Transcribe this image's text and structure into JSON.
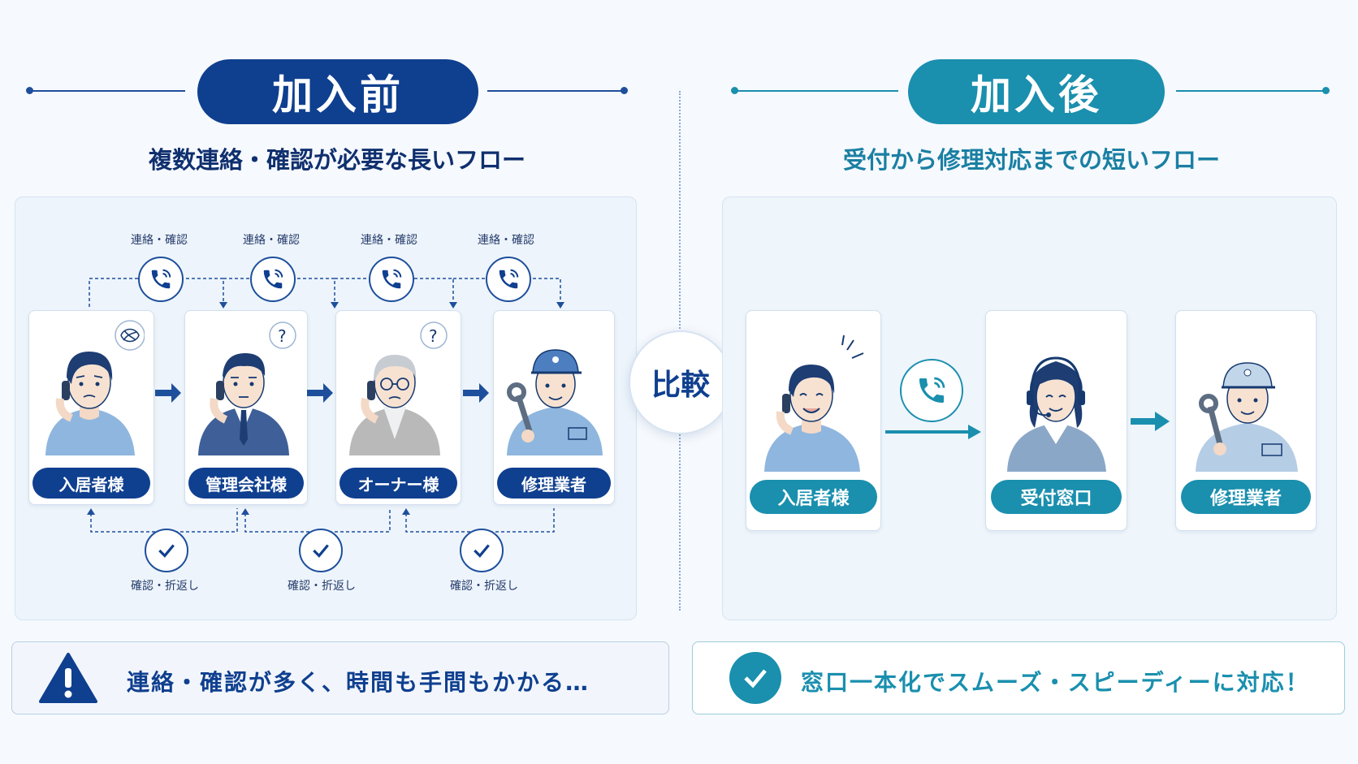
{
  "before": {
    "title": "加入前",
    "subtitle": "複数連絡・確認が必要な長いフロー",
    "actors": [
      {
        "label": "入居者様"
      },
      {
        "label": "管理会社様"
      },
      {
        "label": "オーナー様"
      },
      {
        "label": "修理業者"
      }
    ],
    "contact_labels": [
      "連絡・確認",
      "連絡・確認",
      "連絡・確認",
      "連絡・確認"
    ],
    "return_labels": [
      "確認・折返し",
      "確認・折返し",
      "確認・折返し"
    ],
    "footer": "連絡・確認が多く、時間も手間もかかる…"
  },
  "compare_label": "比較",
  "after": {
    "title": "加入後",
    "subtitle": "受付から修理対応までの短いフロー",
    "actors": [
      {
        "label": "入居者様"
      },
      {
        "label": "受付窓口"
      },
      {
        "label": "修理業者"
      }
    ],
    "footer": "窓口一本化でスムーズ・スピーディーに対応！"
  },
  "colors": {
    "before_primary": "#0f3f8f",
    "after_primary": "#1a8fae",
    "person_shirt": "#8fb6de",
    "panel_bg": "#edf4fb"
  }
}
